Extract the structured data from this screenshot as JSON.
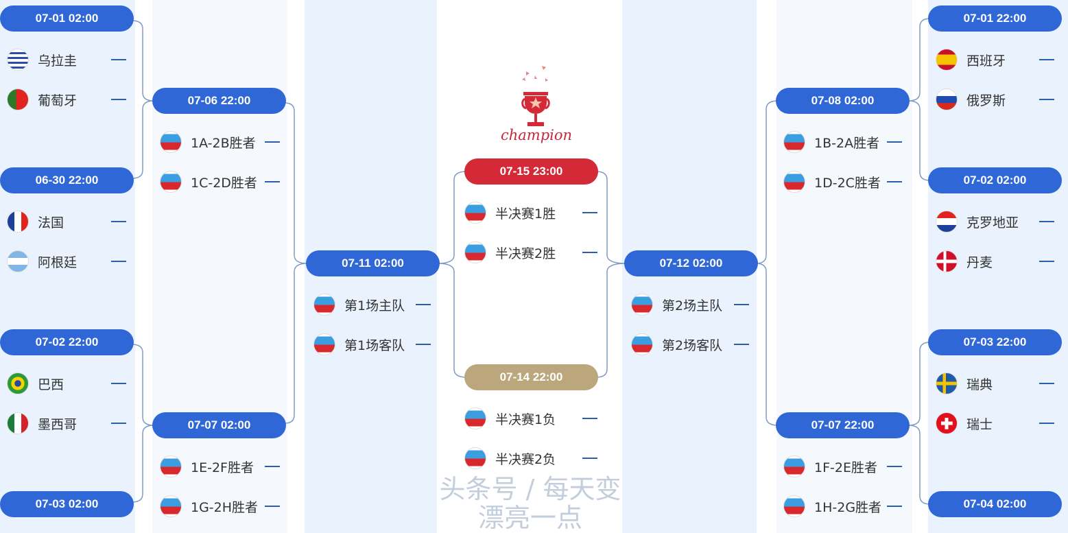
{
  "colors": {
    "pill_blue": "#2f67d6",
    "final_red": "#d42a38",
    "third_gold": "#bca67c",
    "line": "#7f9cc4",
    "col_bg": "#eaf3fd",
    "col_bg_alt": "#f5f9fe"
  },
  "champion": {
    "label": "champion",
    "icon": "trophy-icon"
  },
  "columns": [
    {
      "matches": [
        {
          "time": "07-01 02:00",
          "teams": [
            {
              "name": "乌拉圭",
              "flag": "uruguay",
              "score": "—"
            },
            {
              "name": "葡萄牙",
              "flag": "portugal",
              "score": "—"
            }
          ]
        },
        {
          "time": "06-30 22:00",
          "teams": [
            {
              "name": "法国",
              "flag": "france",
              "score": "—"
            },
            {
              "name": "阿根廷",
              "flag": "argentina",
              "score": "—"
            }
          ]
        },
        {
          "time": "07-02 22:00",
          "teams": [
            {
              "name": "巴西",
              "flag": "brazil",
              "score": "—"
            },
            {
              "name": "墨西哥",
              "flag": "mexico",
              "score": "—"
            }
          ]
        },
        {
          "time": "07-03 02:00",
          "teams": []
        }
      ]
    },
    {
      "matches": [
        {
          "time": "07-06 22:00",
          "teams": [
            {
              "name": "1A-2B胜者",
              "flag": "placeholder",
              "score": "—"
            },
            {
              "name": "1C-2D胜者",
              "flag": "placeholder",
              "score": "—"
            }
          ]
        },
        {
          "time": "07-07 02:00",
          "teams": [
            {
              "name": "1E-2F胜者",
              "flag": "placeholder",
              "score": "—"
            },
            {
              "name": "1G-2H胜者",
              "flag": "placeholder",
              "score": "—"
            }
          ]
        }
      ]
    },
    {
      "matches": [
        {
          "time": "07-11 02:00",
          "teams": [
            {
              "name": "第1场主队",
              "flag": "placeholder",
              "score": "—"
            },
            {
              "name": "第1场客队",
              "flag": "placeholder",
              "score": "—"
            }
          ]
        }
      ]
    },
    {
      "matches": [
        {
          "time": "07-15 23:00",
          "type": "final",
          "teams": [
            {
              "name": "半决赛1胜",
              "flag": "placeholder",
              "score": "—"
            },
            {
              "name": "半决赛2胜",
              "flag": "placeholder",
              "score": "—"
            }
          ]
        },
        {
          "time": "07-14 22:00",
          "type": "third",
          "teams": [
            {
              "name": "半决赛1负",
              "flag": "placeholder",
              "score": "—"
            },
            {
              "name": "半决赛2负",
              "flag": "placeholder",
              "score": "—"
            }
          ]
        }
      ]
    },
    {
      "matches": [
        {
          "time": "07-12 02:00",
          "teams": [
            {
              "name": "第2场主队",
              "flag": "placeholder",
              "score": "—"
            },
            {
              "name": "第2场客队",
              "flag": "placeholder",
              "score": "—"
            }
          ]
        }
      ]
    },
    {
      "matches": [
        {
          "time": "07-08 02:00",
          "teams": [
            {
              "name": "1B-2A胜者",
              "flag": "placeholder",
              "score": "—"
            },
            {
              "name": "1D-2C胜者",
              "flag": "placeholder",
              "score": "—"
            }
          ]
        },
        {
          "time": "07-07 22:00",
          "teams": [
            {
              "name": "1F-2E胜者",
              "flag": "placeholder",
              "score": "—"
            },
            {
              "name": "1H-2G胜者",
              "flag": "placeholder",
              "score": "—"
            }
          ]
        }
      ]
    },
    {
      "matches": [
        {
          "time": "07-01 22:00",
          "teams": [
            {
              "name": "西班牙",
              "flag": "spain",
              "score": "—"
            },
            {
              "name": "俄罗斯",
              "flag": "russia",
              "score": "—"
            }
          ]
        },
        {
          "time": "07-02 02:00",
          "teams": [
            {
              "name": "克罗地亚",
              "flag": "croatia",
              "score": "—"
            },
            {
              "name": "丹麦",
              "flag": "denmark",
              "score": "—"
            }
          ]
        },
        {
          "time": "07-03 22:00",
          "teams": [
            {
              "name": "瑞典",
              "flag": "sweden",
              "score": "—"
            },
            {
              "name": "瑞士",
              "flag": "switzerland",
              "score": "—"
            }
          ]
        },
        {
          "time": "07-04 02:00",
          "teams": []
        }
      ]
    }
  ],
  "watermark": "头条号 / 每天变漂亮一点"
}
